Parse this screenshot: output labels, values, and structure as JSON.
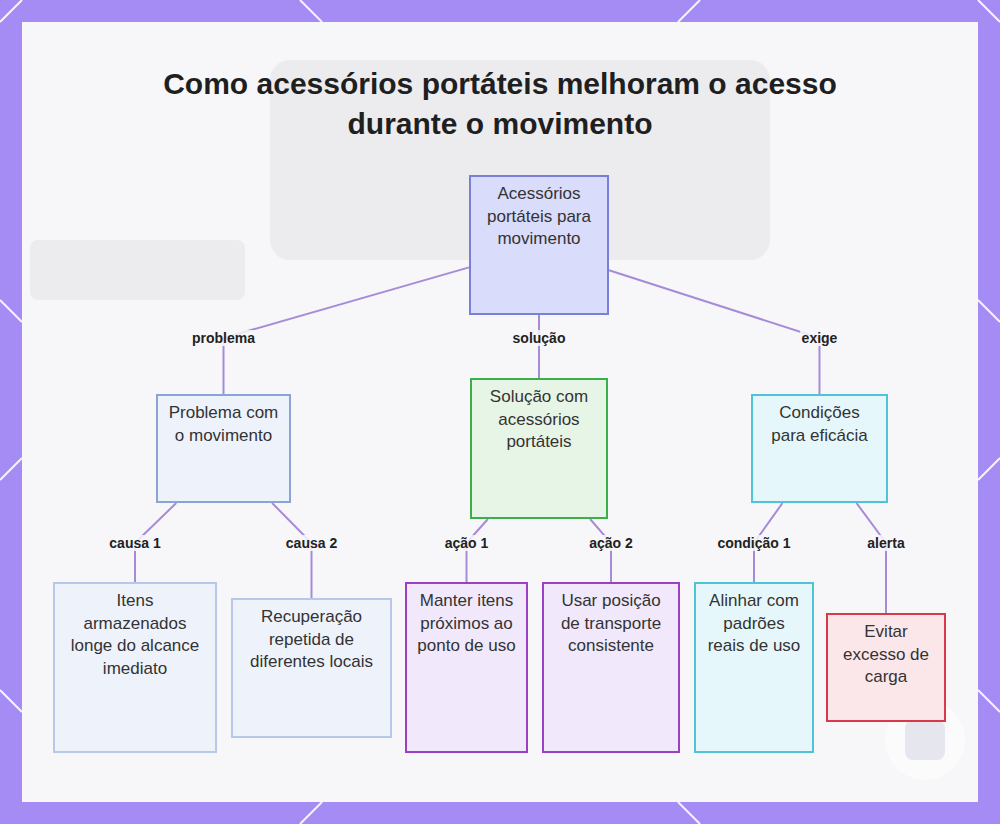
{
  "diagram": {
    "title": "Como acessórios portáteis melhoram o acesso durante o movimento",
    "nodes": [
      {
        "text": [
          "Acessórios portáteis para movimento"
        ]
      },
      {
        "text": [
          "Problema com o movimento"
        ]
      },
      {
        "text": [
          "Solução com acessórios portáteis"
        ]
      },
      {
        "text": [
          "Condições para eficácia"
        ]
      },
      {
        "text": [
          "Itens armazenados longe do alcance imediato"
        ]
      },
      {
        "text": [
          "Recuperação repetida de diferentes locais"
        ]
      },
      {
        "text": [
          "Manter itens próximos ao ponto de uso"
        ]
      },
      {
        "text": [
          "Usar posição de transporte consistente"
        ]
      },
      {
        "text": [
          "Alinhar com padrões reais de uso"
        ]
      },
      {
        "text": [
          "Evitar excesso de carga"
        ]
      }
    ],
    "edges": [
      {
        "from": 0,
        "to": 1,
        "arrow": "none",
        "label": "problema"
      },
      {
        "from": 0,
        "to": 2,
        "arrow": "none",
        "label": "solução"
      },
      {
        "from": 0,
        "to": 3,
        "arrow": "none",
        "label": "exige"
      },
      {
        "from": 1,
        "to": 4,
        "arrow": "none",
        "label": "causa 1"
      },
      {
        "from": 1,
        "to": 5,
        "arrow": "none",
        "label": "causa 2"
      },
      {
        "from": 2,
        "to": 6,
        "arrow": "none",
        "label": "ação 1"
      },
      {
        "from": 2,
        "to": 7,
        "arrow": "none",
        "label": "ação 2"
      },
      {
        "from": 3,
        "to": 8,
        "arrow": "none",
        "label": "condição 1"
      },
      {
        "from": 3,
        "to": 9,
        "arrow": "none",
        "label": "alerta"
      }
    ]
  }
}
